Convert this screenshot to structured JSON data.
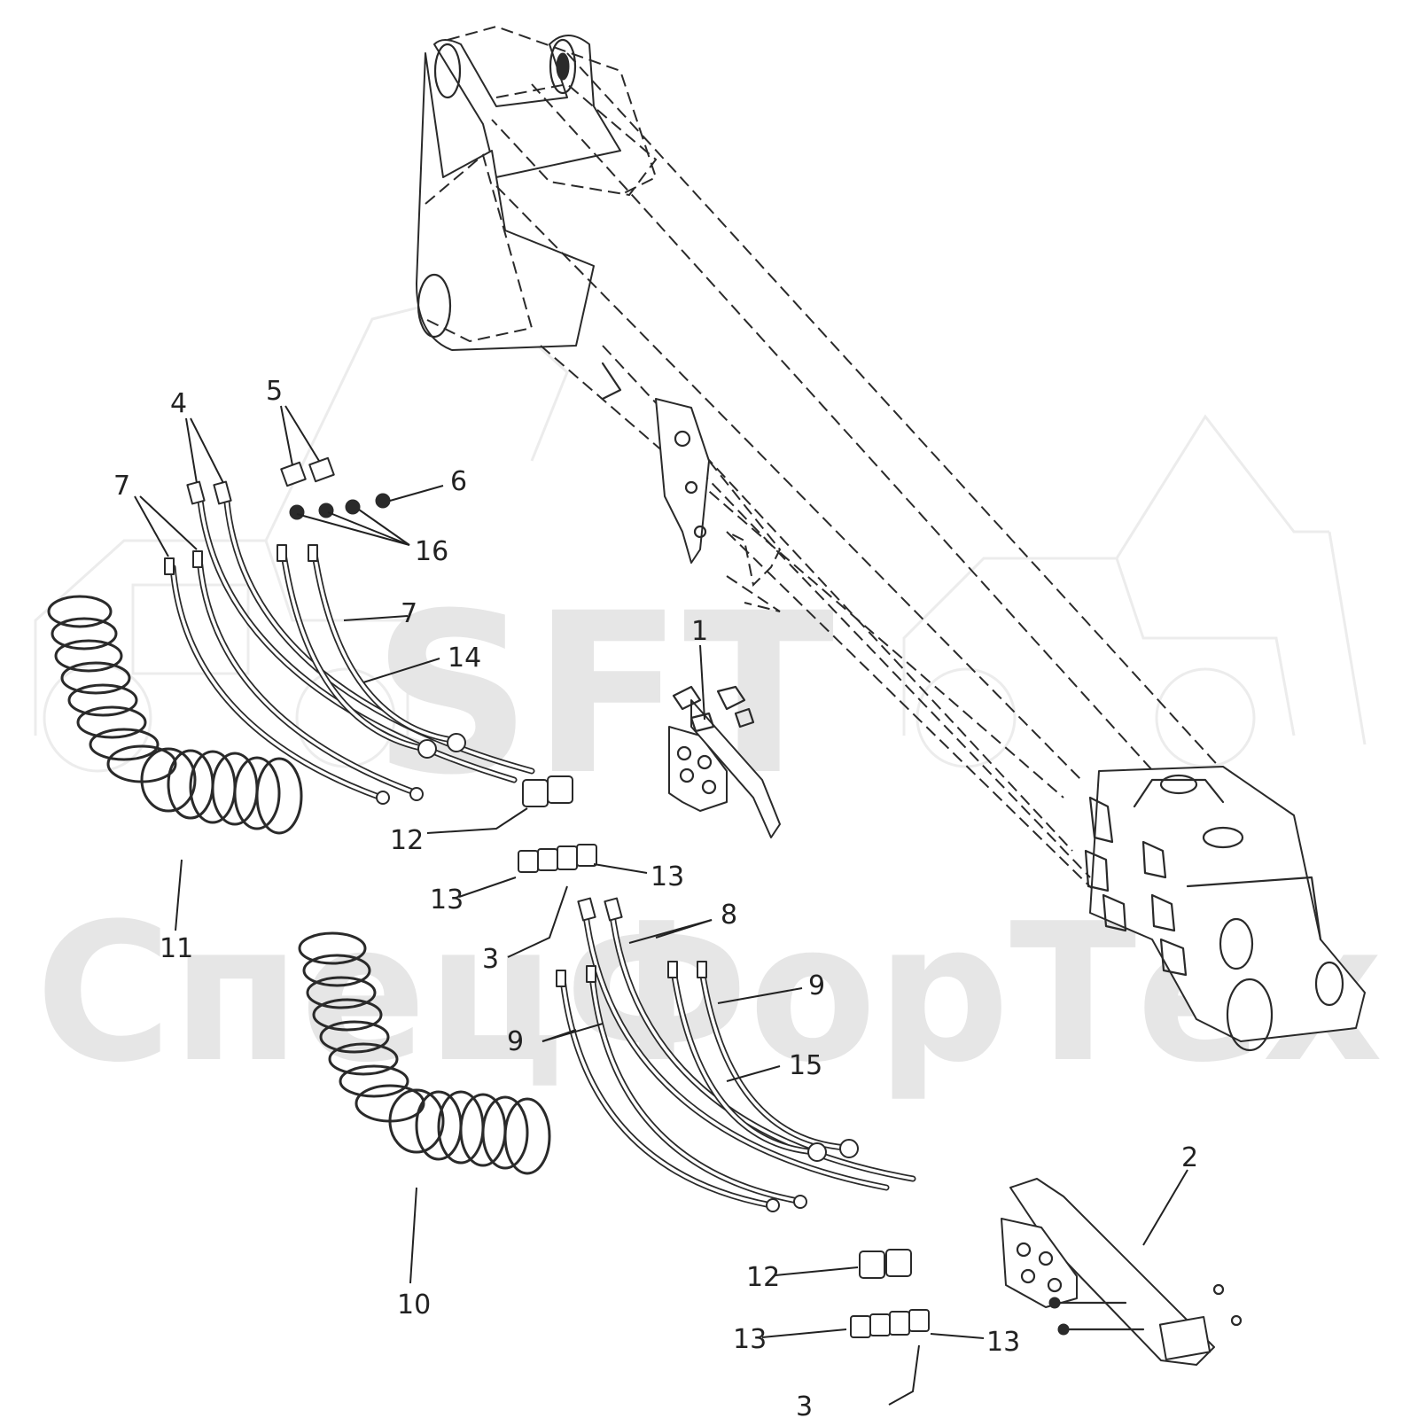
{
  "watermark": {
    "brand": "SFT",
    "company": "СпецФорТех"
  },
  "callouts": [
    {
      "id": "c1",
      "label": "1"
    },
    {
      "id": "c2",
      "label": "2"
    },
    {
      "id": "c3a",
      "label": "3"
    },
    {
      "id": "c3b",
      "label": "3"
    },
    {
      "id": "c4",
      "label": "4"
    },
    {
      "id": "c5",
      "label": "5"
    },
    {
      "id": "c6",
      "label": "6"
    },
    {
      "id": "c7a",
      "label": "7"
    },
    {
      "id": "c7b",
      "label": "7"
    },
    {
      "id": "c8",
      "label": "8"
    },
    {
      "id": "c9a",
      "label": "9"
    },
    {
      "id": "c9b",
      "label": "9"
    },
    {
      "id": "c10",
      "label": "10"
    },
    {
      "id": "c11",
      "label": "11"
    },
    {
      "id": "c12a",
      "label": "12"
    },
    {
      "id": "c12b",
      "label": "12"
    },
    {
      "id": "c13a",
      "label": "13"
    },
    {
      "id": "c13b",
      "label": "13"
    },
    {
      "id": "c13c",
      "label": "13"
    },
    {
      "id": "c13d",
      "label": "13"
    },
    {
      "id": "c14",
      "label": "14"
    },
    {
      "id": "c15",
      "label": "15"
    },
    {
      "id": "c16",
      "label": "16"
    }
  ]
}
